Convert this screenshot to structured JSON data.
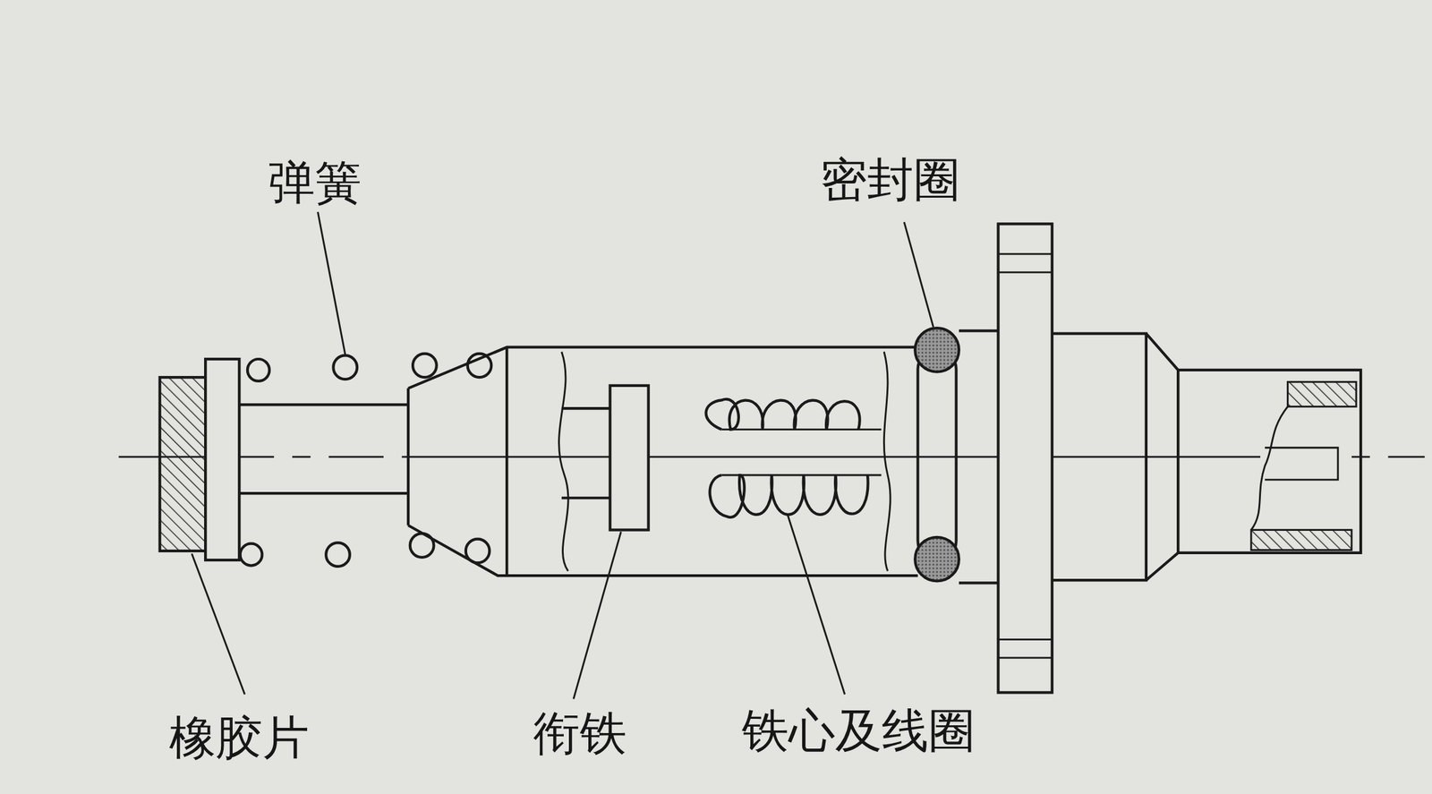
{
  "diagram": {
    "labels": [
      "弹簧",
      "密封圈",
      "橡胶片",
      "衔铁",
      "铁心及线圈"
    ]
  }
}
